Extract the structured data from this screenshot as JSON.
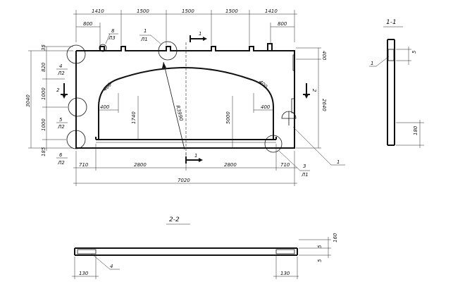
{
  "dims_top": [
    "1410",
    "1500",
    "1500",
    "1500",
    "1410"
  ],
  "dims_top2": [
    "800",
    "800"
  ],
  "dims_bottom": [
    "710",
    "2800",
    "2800",
    "710"
  ],
  "dim_overall": "7020",
  "dims_left": [
    "35",
    "820",
    "1000",
    "1000",
    "185"
  ],
  "dim_left_total": "3040",
  "dim_right_top": "400",
  "dim_right_mid": "2640",
  "dims_inner": [
    "400",
    "400",
    "400",
    "400",
    "1740",
    "5000"
  ],
  "dim_radius": "R3990",
  "callouts": [
    {
      "num": "4",
      "sheet": "Л2"
    },
    {
      "num": "5",
      "sheet": "Л2"
    },
    {
      "num": "6",
      "sheet": "Л2"
    },
    {
      "num": "8",
      "sheet": "Л3"
    },
    {
      "num": "1",
      "sheet": "Л1"
    },
    {
      "num": "3",
      "sheet": "Л1"
    }
  ],
  "section_marks": [
    "1",
    "1",
    "2",
    "2"
  ],
  "leader_label": "1",
  "section_1_1": {
    "title": "1-1",
    "leader": "1",
    "dim_a": "5",
    "dim_b": "180"
  },
  "section_2_2": {
    "title": "2-2",
    "leader": "4",
    "dim_a": "160",
    "dim_b": "5",
    "dim_c": "5",
    "dim_left": "130",
    "dim_right": "130"
  }
}
